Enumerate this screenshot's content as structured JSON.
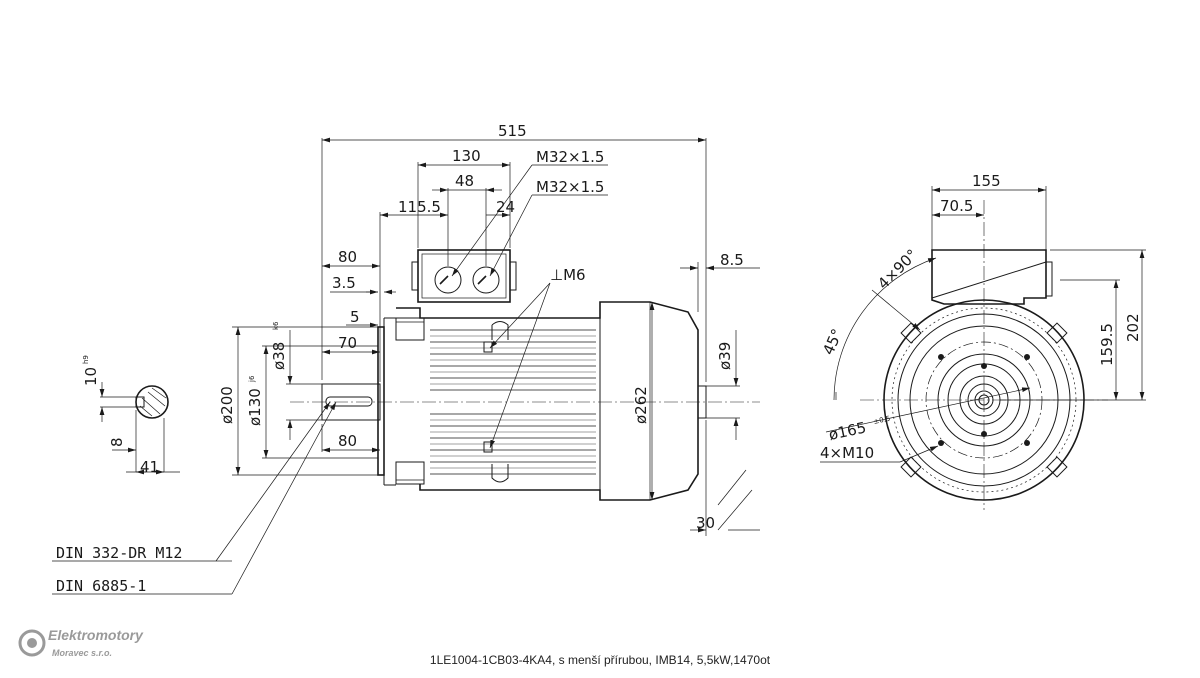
{
  "dimensions": {
    "d515": "515",
    "d130": "130",
    "d48": "48",
    "d115_5": "115.5",
    "d24": "24",
    "d80_top": "80",
    "d3_5": "3.5",
    "d5": "5",
    "d70_left": "70",
    "d80_bottom": "80",
    "d_shaft": "ø38",
    "d_shaft_tol": "k6",
    "d_spigot": "ø130",
    "d_spigot_tol": "j6",
    "d_flange": "ø200",
    "d_body": "ø262",
    "d_rear": "ø39",
    "d8_5": "8.5",
    "d30": "30",
    "key_width": "10",
    "key_tol": "h9",
    "key_depth": "8",
    "key_height": "41",
    "d155": "155",
    "d70_5": "70.5",
    "d159_5": "159.5",
    "d202": "202",
    "bolt_circle": "ø165",
    "bolt_tol": "±0.5",
    "angle_4x90": "4×90°",
    "angle_45": "45°"
  },
  "callouts": {
    "gland1": "M32×1.5",
    "gland2": "M32×1.5",
    "earth": "⊥M6",
    "holes": "4×M10",
    "centre_thread": "DIN 332-DR M12",
    "key_std": "DIN 6885-1"
  },
  "logo": {
    "line1": "Elektromotory",
    "line2": "Moravec s.r.o."
  },
  "caption": "1LE1004-1CB03-4KA4, s menší přírubou, IMB14, 5,5kW,1470ot"
}
